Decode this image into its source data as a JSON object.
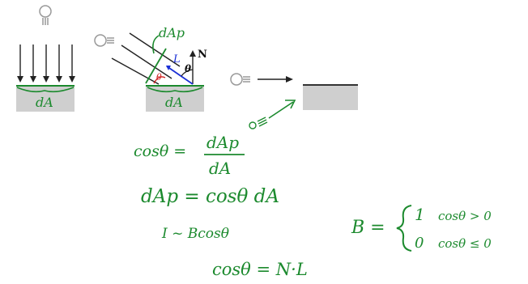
{
  "labels": {
    "normal": "N",
    "light": "L",
    "theta": "θ",
    "da": "dA",
    "dap": "dAp"
  },
  "equations": {
    "cos_ratio_lhs": "cosθ =",
    "cos_ratio_num": "dAp",
    "cos_ratio_den": "dA",
    "dap_eq": "dAp = cosθ dA",
    "intensity": "I ~ Bcosθ",
    "cos_dot": "cosθ = N·L",
    "brdf_lhs": "B =",
    "case1_val": "1",
    "case1_cond": "cosθ > 0",
    "case2_val": "0",
    "case2_cond": "cosθ ≤ 0"
  },
  "colors": {
    "ink_green": "#1c8a2e",
    "ink_blue": "#1a2fd6",
    "ink_red": "#d0201f",
    "surface_gray": "#cfcfcf",
    "line_black": "#222222"
  }
}
